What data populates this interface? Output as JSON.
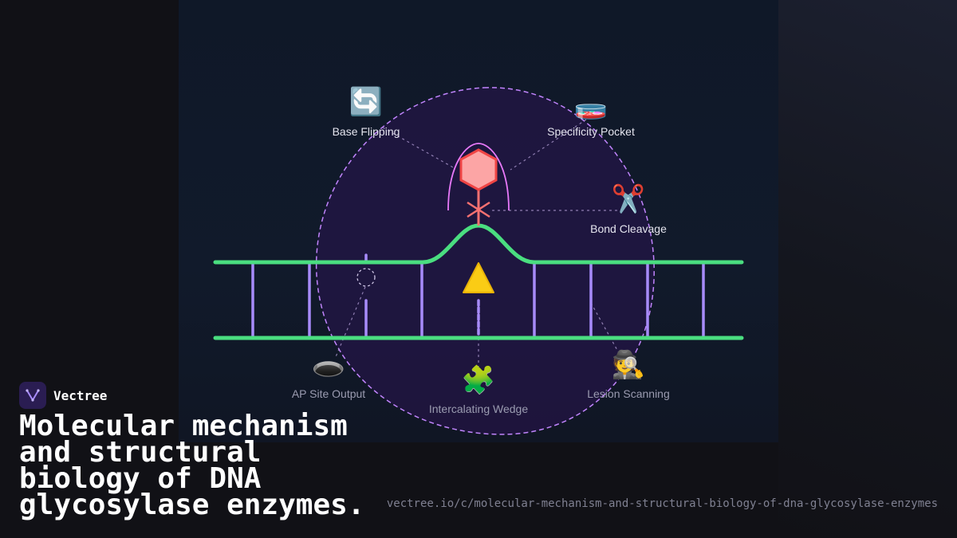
{
  "brand": {
    "name": "Vectree"
  },
  "title": "Molecular mechanism and structural biology of DNA glycosylase enzymes.",
  "url": "vectree.io/c/molecular-mechanism-and-structural-biology-of-dna-glycosylase-enzymes",
  "diagram": {
    "nodes": [
      {
        "id": "base-flipping",
        "label": "Base Flipping",
        "icon": "arrows-cycle-icon",
        "glyph": "🔄"
      },
      {
        "id": "specificity-pocket",
        "label": "Specificity Pocket",
        "icon": "petri-dish-icon",
        "glyph": "🧫"
      },
      {
        "id": "bond-cleavage",
        "label": "Bond Cleavage",
        "icon": "scissors-icon",
        "glyph": "✂️"
      },
      {
        "id": "lesion-scanning",
        "label": "Lesion Scanning",
        "icon": "detective-icon",
        "glyph": "🕵️"
      },
      {
        "id": "intercalating-wedge",
        "label": "Intercalating Wedge",
        "icon": "puzzle-piece-icon",
        "glyph": "🧩"
      },
      {
        "id": "ap-site-output",
        "label": "AP Site Output",
        "icon": "hole-icon",
        "glyph": "🕳️"
      }
    ]
  },
  "colors": {
    "dna_backbone": "#4ade80",
    "base_pairs": "#a78bfa",
    "enzyme_circle": "#c084fc",
    "lesion": "#f87171",
    "wedge": "#facc15",
    "background": "#111116"
  }
}
